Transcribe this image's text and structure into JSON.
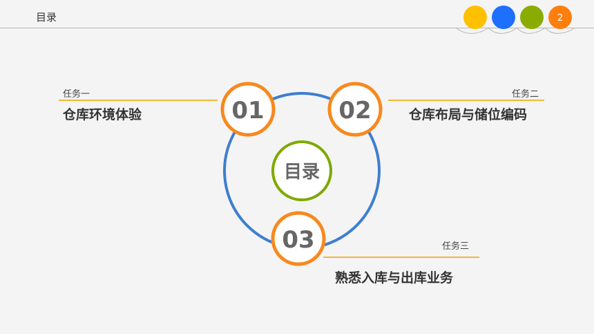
{
  "header": {
    "title": "目录",
    "page_number": "2",
    "dot_colors": [
      "#ffc000",
      "#1f6fff",
      "#8aac00",
      "#ff7f0e"
    ]
  },
  "center": {
    "label": "目录",
    "ring_color": "#7fa800",
    "orbit_color": "#3d7ed0"
  },
  "tasks": [
    {
      "label": "任务一",
      "title": "仓库环境体验",
      "number": "01"
    },
    {
      "label": "任务二",
      "title": "仓库布局与储位编码",
      "number": "02"
    },
    {
      "label": "任务三",
      "title": "熟悉入库与出库业务",
      "number": "03"
    }
  ],
  "accent": {
    "number_ring": "#f7891f",
    "rule_line": "#f2b733"
  }
}
